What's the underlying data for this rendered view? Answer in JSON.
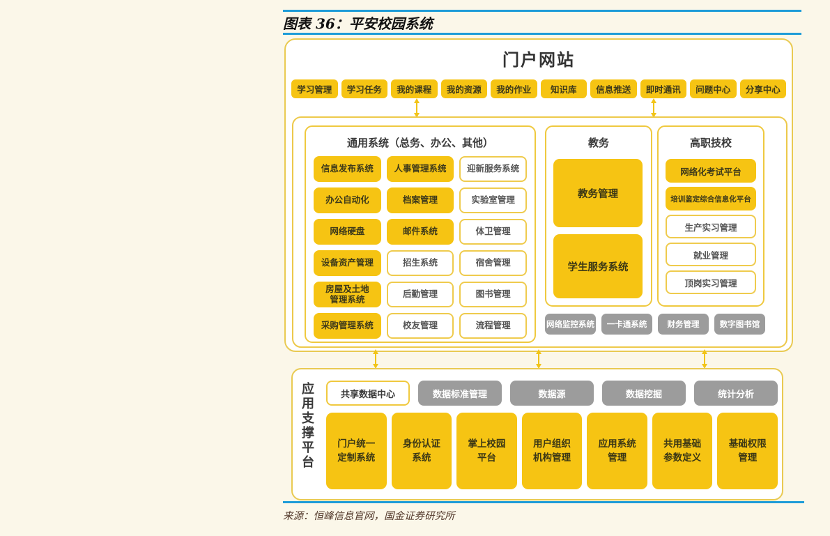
{
  "page": {
    "title": "图表 36：平安校园系统",
    "source": "来源：恒峰信息官网，国金证券研究所"
  },
  "colors": {
    "accent_yellow": "#F6C413",
    "gray_button": "#9C9C9C",
    "blue_rule": "#1E9CD8",
    "background": "#FBF7E9"
  },
  "portal": {
    "title": "门户网站",
    "buttons": [
      "学习管理",
      "学习任务",
      "我的课程",
      "我的资源",
      "我的作业",
      "知识库",
      "信息推送",
      "即时通讯",
      "问题中心",
      "分享中心"
    ]
  },
  "general_panel": {
    "title": "通用系统（总务、办公、其他）",
    "items": [
      {
        "label": "信息发布系统",
        "filled": true
      },
      {
        "label": "人事管理系统",
        "filled": true
      },
      {
        "label": "迎新服务系统",
        "filled": false
      },
      {
        "label": "办公自动化",
        "filled": true
      },
      {
        "label": "档案管理",
        "filled": true
      },
      {
        "label": "实验室管理",
        "filled": false
      },
      {
        "label": "网络硬盘",
        "filled": true
      },
      {
        "label": "邮件系统",
        "filled": true
      },
      {
        "label": "体卫管理",
        "filled": false
      },
      {
        "label": "设备资产管理",
        "filled": true
      },
      {
        "label": "招生系统",
        "filled": false
      },
      {
        "label": "宿舍管理",
        "filled": false
      },
      {
        "label": "房屋及土地\n管理系统",
        "filled": true
      },
      {
        "label": "后勤管理",
        "filled": false
      },
      {
        "label": "图书管理",
        "filled": false
      },
      {
        "label": "采购管理系统",
        "filled": true
      },
      {
        "label": "校友管理",
        "filled": false
      },
      {
        "label": "流程管理",
        "filled": false
      }
    ]
  },
  "academic_panel": {
    "title": "教务",
    "items": [
      {
        "label": "教务管理"
      },
      {
        "label": "学生服务系统"
      }
    ]
  },
  "vocational_panel": {
    "title": "高职技校",
    "items": [
      {
        "label": "网络化考试平台",
        "filled": true
      },
      {
        "label": "培训鉴定综合信息化平台",
        "filled": true,
        "small": true
      },
      {
        "label": "生产实习管理",
        "filled": false
      },
      {
        "label": "就业管理",
        "filled": false
      },
      {
        "label": "顶岗实习管理",
        "filled": false
      }
    ]
  },
  "gray_row": [
    "网络监控系统",
    "一卡通系统",
    "财务管理",
    "数字图书馆"
  ],
  "support_platform": {
    "side_label": "应用支撑平台",
    "data_center": "共享数据中心",
    "gray_items": [
      "数据标准管理",
      "数据源",
      "数据挖掘",
      "统计分析"
    ],
    "yellow_items": [
      "门户统一\n定制系统",
      "身份认证\n系统",
      "掌上校园\n平台",
      "用户组织\n机构管理",
      "应用系统\n管理",
      "共用基础\n参数定义",
      "基础权限\n管理"
    ]
  }
}
